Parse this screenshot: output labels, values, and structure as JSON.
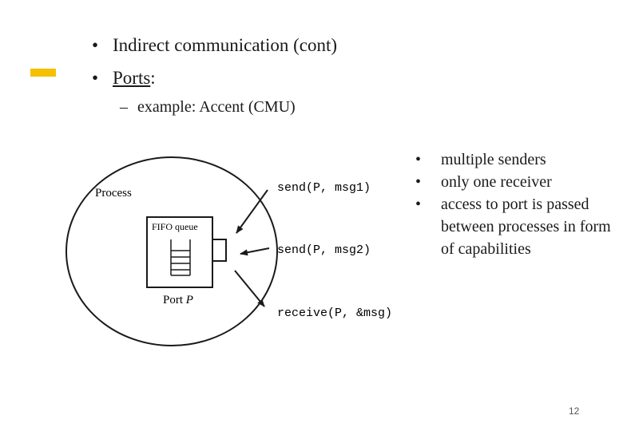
{
  "colors": {
    "accent": "#f5c000",
    "ink": "#1a1a1a"
  },
  "slide": {
    "bullets": [
      {
        "text": "Indirect communication (cont)"
      },
      {
        "text": "Ports",
        "suffix": ":"
      }
    ],
    "sub_bullet": "example: Accent (CMU)",
    "bullet_glyph": "•",
    "dash_glyph": "–"
  },
  "diagram": {
    "process_label": "Process",
    "fifo_label": "FIFO queue",
    "port_label_prefix": "Port ",
    "port_label_var": "P",
    "calls": [
      "send(P, msg1)",
      "send(P, msg2)",
      "receive(P, &msg)"
    ]
  },
  "notes": [
    "multiple senders",
    "only one receiver",
    "access to port is passed between processes in form of capabilities"
  ],
  "page_number": "12"
}
